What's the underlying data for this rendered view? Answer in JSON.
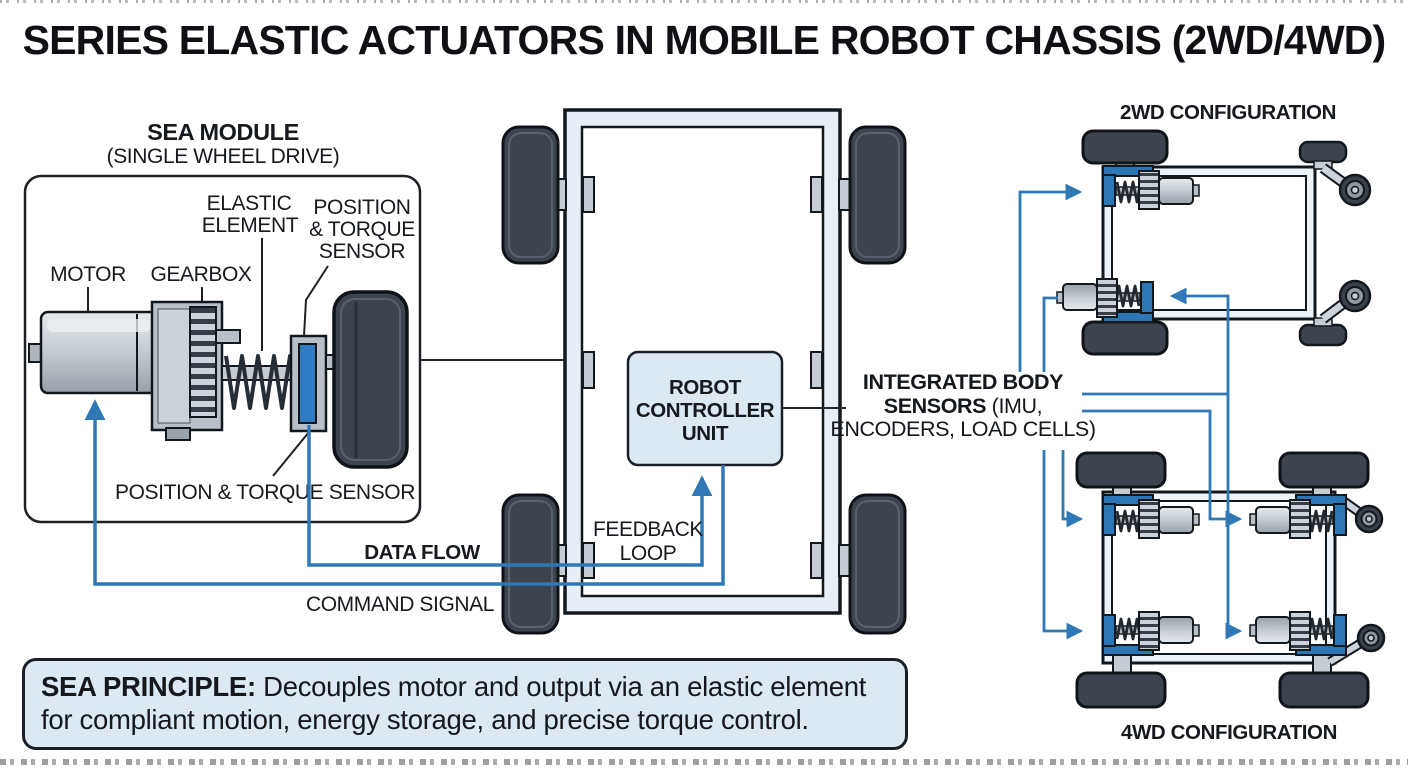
{
  "title": "SERIES ELASTIC ACTUATORS IN MOBILE ROBOT CHASSIS (2WD/4WD)",
  "sea_module": {
    "heading": "SEA MODULE",
    "subheading": "(SINGLE WHEEL DRIVE)",
    "label_elastic_1": "ELASTIC",
    "label_elastic_2": "ELEMENT",
    "label_position_1": "POSITION",
    "label_position_2": "& TORQUE",
    "label_position_3": "SENSOR",
    "label_motor": "MOTOR",
    "label_gearbox": "GEARBOX",
    "label_sensor_bottom": "POSITION & TORQUE SENSOR"
  },
  "chassis": {
    "controller_line1": "ROBOT",
    "controller_line2": "CONTROLLER",
    "controller_line3": "UNIT",
    "feedback_line1": "FEEDBACK",
    "feedback_line2": "LOOP",
    "data_flow": "DATA FLOW",
    "command_signal": "COMMAND SIGNAL"
  },
  "body_sensors": {
    "line1": "INTEGRATED BODY",
    "line2_bold": "SENSORS",
    "line2_regular": " (IMU,",
    "line3": "ENCODERS, LOAD CELLS)"
  },
  "configurations": {
    "two_wd_title": "2WD CONFIGURATION",
    "four_wd_title": "4WD CONFIGURATION"
  },
  "principle": {
    "label": "SEA PRINCIPLE:",
    "text": "Decouples motor and output via an elastic element for compliant motion, energy storage, and precise torque control."
  },
  "colors": {
    "signal_blue": "#2e79b5",
    "sensor_blue": "#2f7cc0",
    "bracket_blue": "#2d76b6",
    "panel_blue": "#dce8f2",
    "wheel_dark": "#3d444e"
  }
}
